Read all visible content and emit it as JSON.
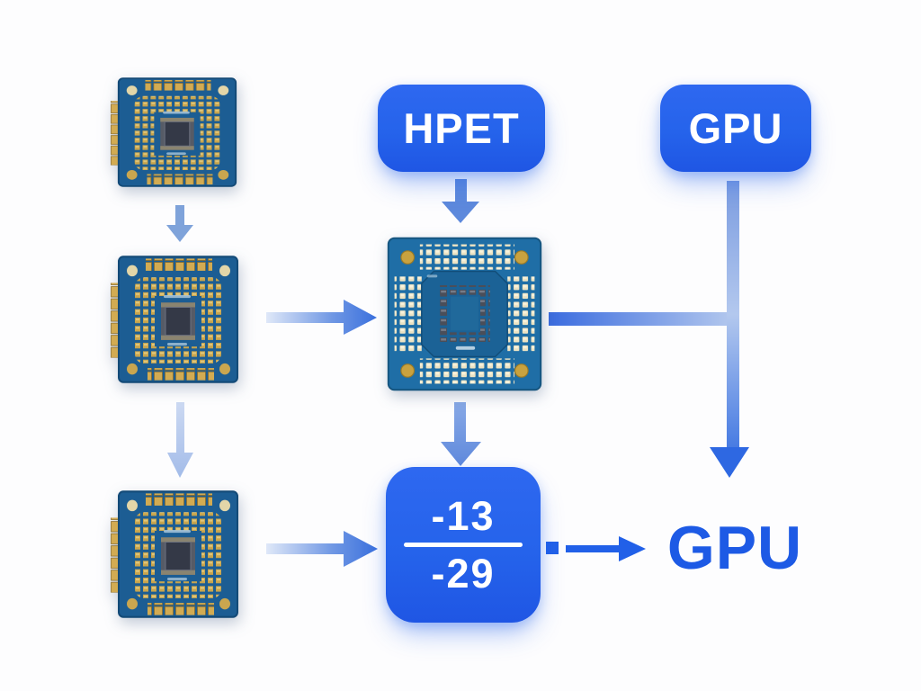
{
  "diagram": {
    "nodes": {
      "hpet": {
        "label": "HPET",
        "type": "box"
      },
      "gpu_top": {
        "label": "GPU",
        "type": "box"
      },
      "fraction": {
        "numerator": "-13",
        "denominator": "-29",
        "type": "box"
      },
      "gpu_out": {
        "label": "GPU",
        "type": "text"
      }
    },
    "chips": [
      {
        "name": "cpu-chip-top-left"
      },
      {
        "name": "cpu-chip-middle-left"
      },
      {
        "name": "cpu-chip-bottom-left"
      },
      {
        "name": "cpu-chip-center"
      }
    ],
    "edges": [
      {
        "from": "cpu-chip-top-left",
        "to": "cpu-chip-middle-left"
      },
      {
        "from": "cpu-chip-middle-left",
        "to": "cpu-chip-bottom-left"
      },
      {
        "from": "hpet",
        "to": "cpu-chip-center"
      },
      {
        "from": "cpu-chip-middle-left",
        "to": "cpu-chip-center"
      },
      {
        "from": "cpu-chip-center",
        "to": "fraction"
      },
      {
        "from": "cpu-chip-bottom-left",
        "to": "fraction"
      },
      {
        "from": "cpu-chip-center",
        "to": "gpu-line"
      },
      {
        "from": "gpu_top",
        "to": "gpu_out"
      },
      {
        "from": "fraction",
        "to": "gpu_out"
      }
    ],
    "colors": {
      "box_blue": "#2563eb",
      "box_blue_dark": "#1f56e4",
      "gpu_text_blue": "#1d5ae5",
      "arrow_blue": "#2160e8",
      "arrow_steel": "#7fa3da",
      "arrow_light": "#b3c8ee",
      "pcb_blue": "#1c5d93",
      "pcb_teal": "#1f6ea6",
      "pad_gold": "#c9a54d",
      "pad_cream": "#ece3c3",
      "die_dark": "#343947"
    }
  }
}
